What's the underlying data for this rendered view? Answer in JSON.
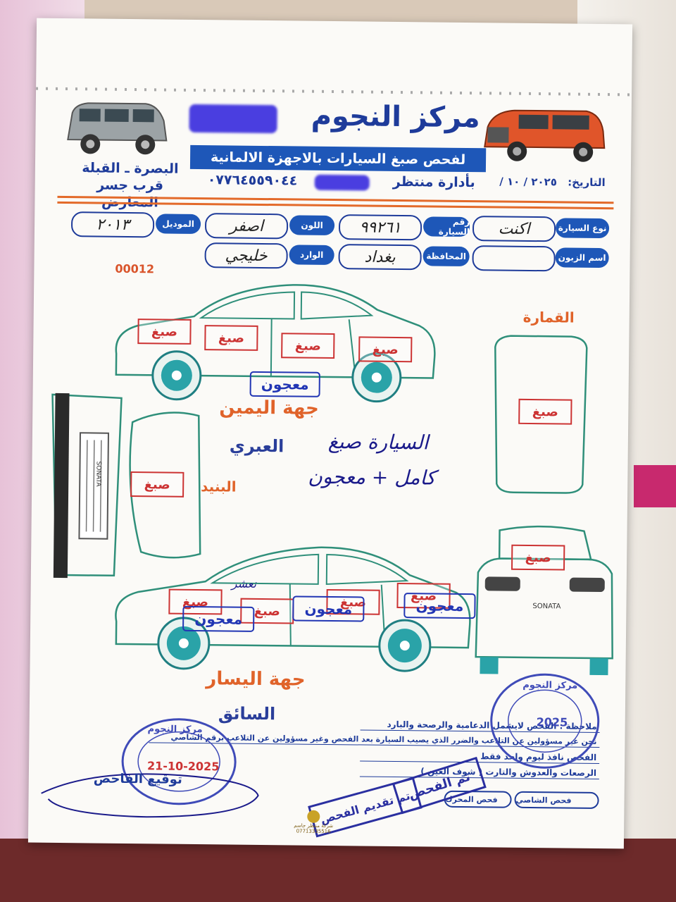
{
  "header": {
    "title": "مركز النجوم",
    "subtitle": "لفحص صبغ السيارات بالاجهزة الالمانية",
    "management": "بأدارة منتظر",
    "phone": "٠٧٧٦٤٥٥٩٠٤٤",
    "date_label": "التاريخ:",
    "date_value": "٢٠٢٥ / ١٠ /",
    "location_line1": "البصرة ـ القبلة",
    "location_line2": "قرب جسر المعارض"
  },
  "fields": {
    "car_type_label": "نوع السيارة",
    "car_type_value": "اكنت",
    "plate_label": "رقم السيارة",
    "plate_value": "٩٩٢٦١",
    "color_label": "اللون",
    "color_value": "اصفر",
    "model_label": "الموديل",
    "model_value": "٢٠١٣",
    "customer_label": "اسم الزبون",
    "customer_value": "",
    "province_label": "المحافظة",
    "province_value": "بغداد",
    "import_label": "الوارد",
    "import_value": "خليجي"
  },
  "serial": "00012",
  "diagram": {
    "paint_stamp": "صبغ",
    "putty_stamp": "معجون",
    "right_side": "جهة اليمين",
    "left_side": "جهة اليسار",
    "roof": "القمارة",
    "bonnet": "البنيد",
    "crossbar": "العبري",
    "driver": "السائق",
    "hand_note_1": "السيارة صبغ",
    "hand_note_2": "كامل + معجون",
    "hand_note_3": "نعشر",
    "grille_text": "SONATA",
    "trunk_text": "SONATA"
  },
  "notes": {
    "line1": "ملاحظة : الفحص لايشمل الدعامية والرصحة والبارد",
    "line2": "نحن غير مسؤولين عن التلاعب والضرر الذي يصيب السيارة بعد الفحص وغير مسؤولين عن التلاعب برقم الشاصي",
    "line3": "الفحص نافذ ليوم واحد فقط",
    "line4": "الرصعات والعدوش والتارت ( شوف العين )"
  },
  "bottom": {
    "chassis_check": "فحص الشاصي",
    "engine_check": "فحص المحرك",
    "signature": "توقيع الفاحص",
    "round_stamp_text": "مركز النجوم",
    "round_stamp_date": "21-10-2025",
    "round_stamp_right_date": "2025",
    "done_stamp_1": "تم الفحص",
    "done_stamp_2": "تم تقديم الفحص",
    "logo_text": "شركة منتظر جاسم",
    "logo_phone": "07713335516"
  },
  "colors": {
    "blue": "#1e3b9a",
    "orange": "#e0632a",
    "red_stamp": "#cc3333",
    "teal_outline": "#2f8f7a"
  }
}
